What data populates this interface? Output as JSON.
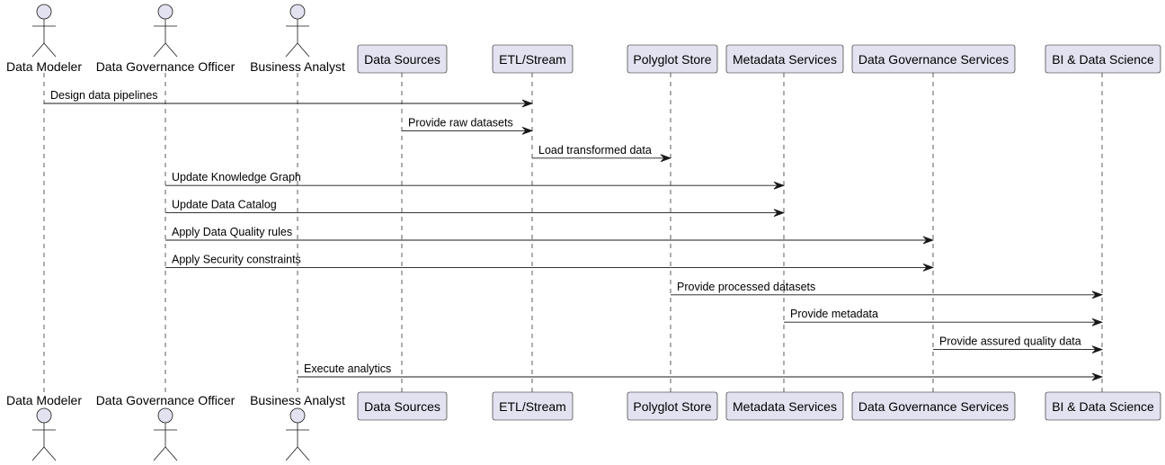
{
  "colors": {
    "participant_fill": "#e2e2f0",
    "participant_stroke": "#181818",
    "lifeline": "#181818",
    "arrow": "#181818",
    "text": "#000000"
  },
  "actors": [
    {
      "id": "modeler",
      "name": "Data Modeler",
      "kind": "actor",
      "icon": "actor-stick-figure-icon"
    },
    {
      "id": "officer",
      "name": "Data Governance Officer",
      "kind": "actor",
      "icon": "actor-stick-figure-icon"
    },
    {
      "id": "analyst",
      "name": "Business Analyst",
      "kind": "actor",
      "icon": "actor-stick-figure-icon"
    },
    {
      "id": "sources",
      "name": "Data Sources",
      "kind": "participant"
    },
    {
      "id": "etl",
      "name": "ETL/Stream",
      "kind": "participant"
    },
    {
      "id": "store",
      "name": "Polyglot Store",
      "kind": "participant"
    },
    {
      "id": "meta",
      "name": "Metadata Services",
      "kind": "participant"
    },
    {
      "id": "gov",
      "name": "Data Governance Services",
      "kind": "participant"
    },
    {
      "id": "bi",
      "name": "BI & Data Science",
      "kind": "participant"
    }
  ],
  "messages": [
    {
      "from": "modeler",
      "to": "etl",
      "label": "Design data pipelines"
    },
    {
      "from": "sources",
      "to": "etl",
      "label": "Provide raw datasets"
    },
    {
      "from": "etl",
      "to": "store",
      "label": "Load transformed data"
    },
    {
      "from": "officer",
      "to": "meta",
      "label": "Update Knowledge Graph"
    },
    {
      "from": "officer",
      "to": "meta",
      "label": "Update Data Catalog"
    },
    {
      "from": "officer",
      "to": "gov",
      "label": "Apply Data Quality rules"
    },
    {
      "from": "officer",
      "to": "gov",
      "label": "Apply Security constraints"
    },
    {
      "from": "store",
      "to": "bi",
      "label": "Provide processed datasets"
    },
    {
      "from": "meta",
      "to": "bi",
      "label": "Provide metadata"
    },
    {
      "from": "gov",
      "to": "bi",
      "label": "Provide assured quality data"
    },
    {
      "from": "analyst",
      "to": "bi",
      "label": "Execute analytics"
    }
  ]
}
